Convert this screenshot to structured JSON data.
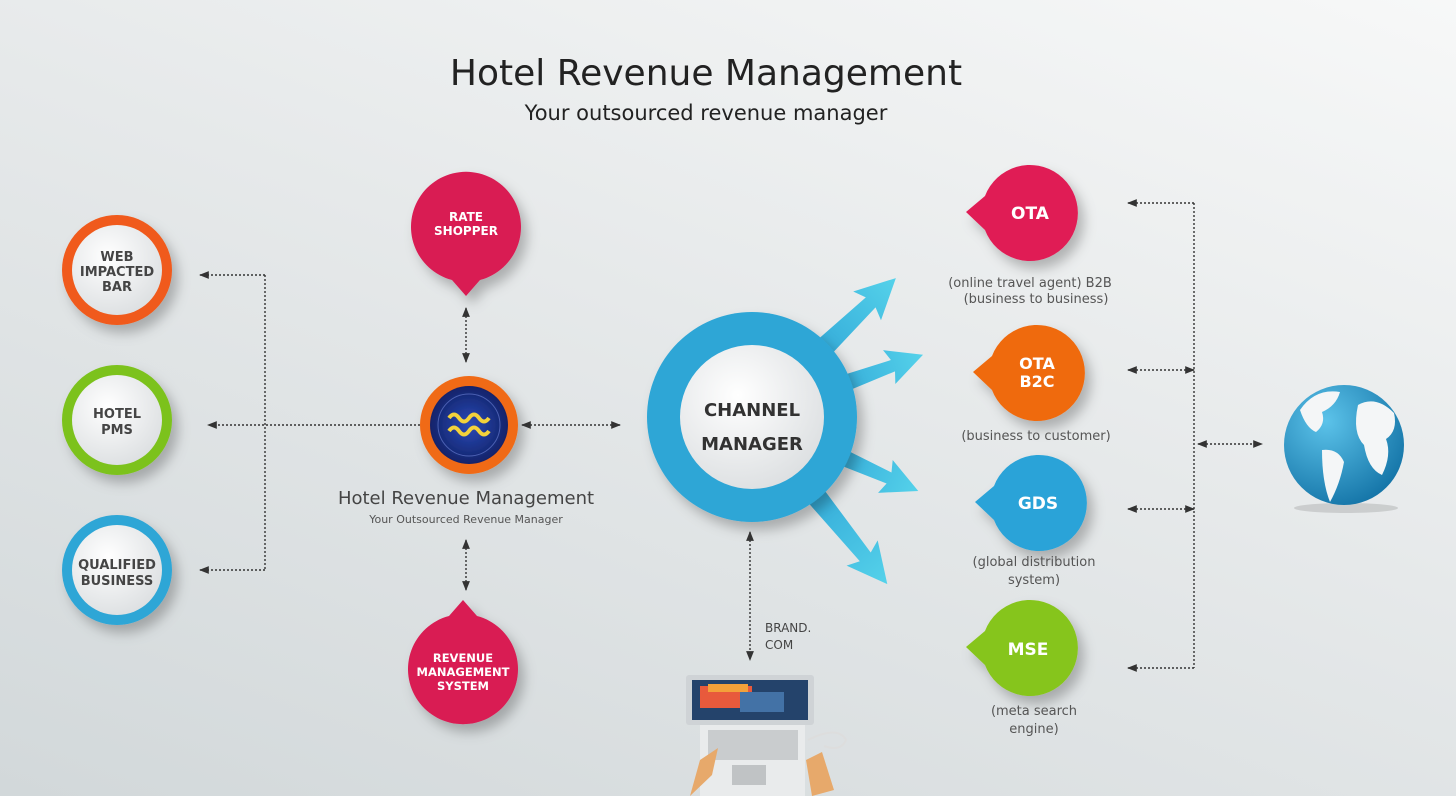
{
  "header": {
    "title": "Hotel Revenue Management",
    "subtitle": "Your outsourced revenue manager"
  },
  "left_nodes": [
    {
      "lines": [
        "WEB",
        "IMPACTED",
        "BAR"
      ],
      "color": "#f05a1a"
    },
    {
      "lines": [
        "HOTEL",
        "PMS"
      ],
      "color": "#7cc21e"
    },
    {
      "lines": [
        "QUALIFIED",
        "BUSINESS"
      ],
      "color": "#2fa6d6"
    }
  ],
  "center_nodes": {
    "rate_shopper": [
      "RATE",
      "SHOPPER"
    ],
    "revenue_system": [
      "REVENUE",
      "MANAGEMENT",
      "SYSTEM"
    ],
    "hub_title": "Hotel Revenue Management",
    "hub_subtitle": "Your Outsourced Revenue Manager",
    "pin_color": "#d91a52"
  },
  "channel_manager": {
    "lines": [
      "CHANNEL",
      "MANAGER"
    ],
    "brand_lines": [
      "BRAND.",
      "COM"
    ],
    "color": "#2fa6d6"
  },
  "channels": [
    {
      "lines": [
        "OTA"
      ],
      "caption": [
        "(online travel agent) B2B",
        "(business to business)"
      ],
      "color": "#e01f55"
    },
    {
      "lines": [
        "OTA",
        "B2C"
      ],
      "caption": [
        "(business to customer)"
      ],
      "color": "#ef6a10"
    },
    {
      "lines": [
        "GDS"
      ],
      "caption": [
        "(global distribution",
        "system)"
      ],
      "color": "#2aa3d8"
    },
    {
      "lines": [
        "MSE"
      ],
      "caption": [
        "(meta search",
        "engine)"
      ],
      "color": "#86c51a"
    }
  ]
}
